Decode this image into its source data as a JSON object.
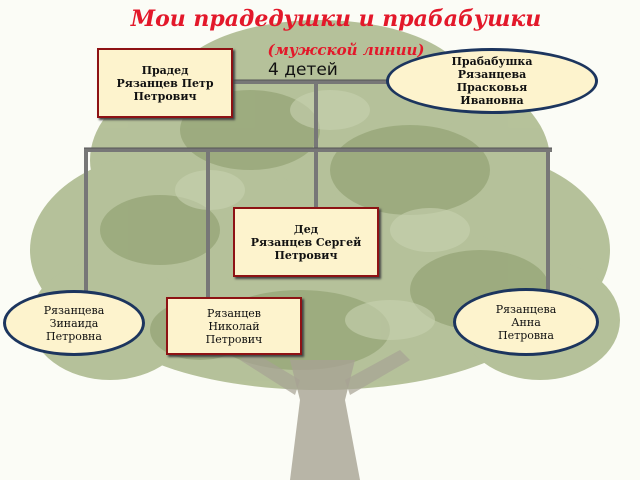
{
  "title": "Мои прадедушки и прабабушки",
  "subtitle": "(мужской линии)",
  "children_count": "4 детей",
  "nodes": {
    "great_grandfather": {
      "line1": "Прадед",
      "line2": "Рязанцев Петр",
      "line3": "Петрович"
    },
    "great_grandmother": {
      "line1": "Прабабушка",
      "line2": "Рязанцева",
      "line3": "Прасковья",
      "line4": "Ивановна"
    },
    "grandfather": {
      "line1": "Дед",
      "line2": "Рязанцев Сергей",
      "line3": "Петрович"
    },
    "zinaida": {
      "line1": "Рязанцева",
      "line2": "Зинаида",
      "line3": "Петровна"
    },
    "nikolai": {
      "line1": "Рязанцев",
      "line2": "Николай",
      "line3": "Петрович"
    },
    "anna": {
      "line1": "Рязанцева",
      "line2": "Анна",
      "line3": "Петровна"
    }
  },
  "colors": {
    "title": "#e3182a",
    "box_fill": "#fdf3cd",
    "box_border": "#8e1214",
    "oval_border": "#1c355e",
    "connector": "#777777",
    "tree_foliage": "#9fae7e"
  }
}
